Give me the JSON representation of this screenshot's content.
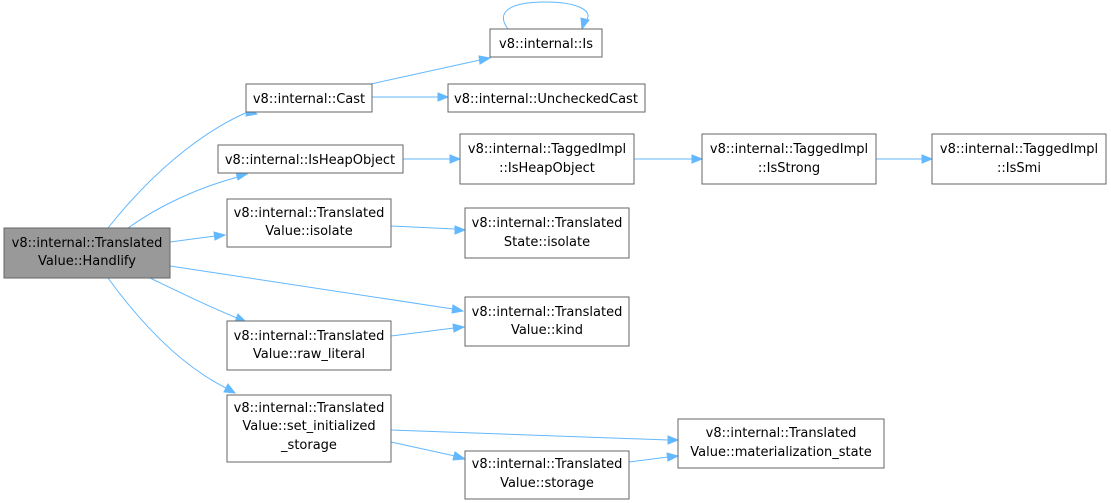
{
  "diagram": {
    "nodes": {
      "handlify": [
        "v8::internal::Translated",
        "Value::Handlify"
      ],
      "is": [
        "v8::internal::Is"
      ],
      "cast": [
        "v8::internal::Cast"
      ],
      "unchecked_cast": [
        "v8::internal::UncheckedCast"
      ],
      "is_heap_object": [
        "v8::internal::IsHeapObject"
      ],
      "tagged_is_heap_object": [
        "v8::internal::TaggedImpl",
        "::IsHeapObject"
      ],
      "tagged_is_strong": [
        "v8::internal::TaggedImpl",
        "::IsStrong"
      ],
      "tagged_is_smi": [
        "v8::internal::TaggedImpl",
        "::IsSmi"
      ],
      "value_isolate": [
        "v8::internal::Translated",
        "Value::isolate"
      ],
      "state_isolate": [
        "v8::internal::Translated",
        "State::isolate"
      ],
      "value_kind": [
        "v8::internal::Translated",
        "Value::kind"
      ],
      "raw_literal": [
        "v8::internal::Translated",
        "Value::raw_literal"
      ],
      "set_initialized_storage": [
        "v8::internal::Translated",
        "Value::set_initialized",
        "_storage"
      ],
      "materialization_state": [
        "v8::internal::Translated",
        "Value::materialization_state"
      ],
      "value_storage": [
        "v8::internal::Translated",
        "Value::storage"
      ]
    },
    "edges": [
      [
        "handlify",
        "cast"
      ],
      [
        "handlify",
        "is_heap_object"
      ],
      [
        "handlify",
        "value_isolate"
      ],
      [
        "handlify",
        "value_kind"
      ],
      [
        "handlify",
        "raw_literal"
      ],
      [
        "handlify",
        "set_initialized_storage"
      ],
      [
        "cast",
        "is"
      ],
      [
        "cast",
        "unchecked_cast"
      ],
      [
        "is",
        "is"
      ],
      [
        "is_heap_object",
        "tagged_is_heap_object"
      ],
      [
        "tagged_is_heap_object",
        "tagged_is_strong"
      ],
      [
        "tagged_is_strong",
        "tagged_is_smi"
      ],
      [
        "value_isolate",
        "state_isolate"
      ],
      [
        "raw_literal",
        "value_kind"
      ],
      [
        "set_initialized_storage",
        "materialization_state"
      ],
      [
        "set_initialized_storage",
        "value_storage"
      ],
      [
        "value_storage",
        "materialization_state"
      ]
    ],
    "colors": {
      "edge": "#63b8ff",
      "node_border": "#666666",
      "root_fill": "#999999",
      "node_fill": "#ffffff"
    }
  }
}
